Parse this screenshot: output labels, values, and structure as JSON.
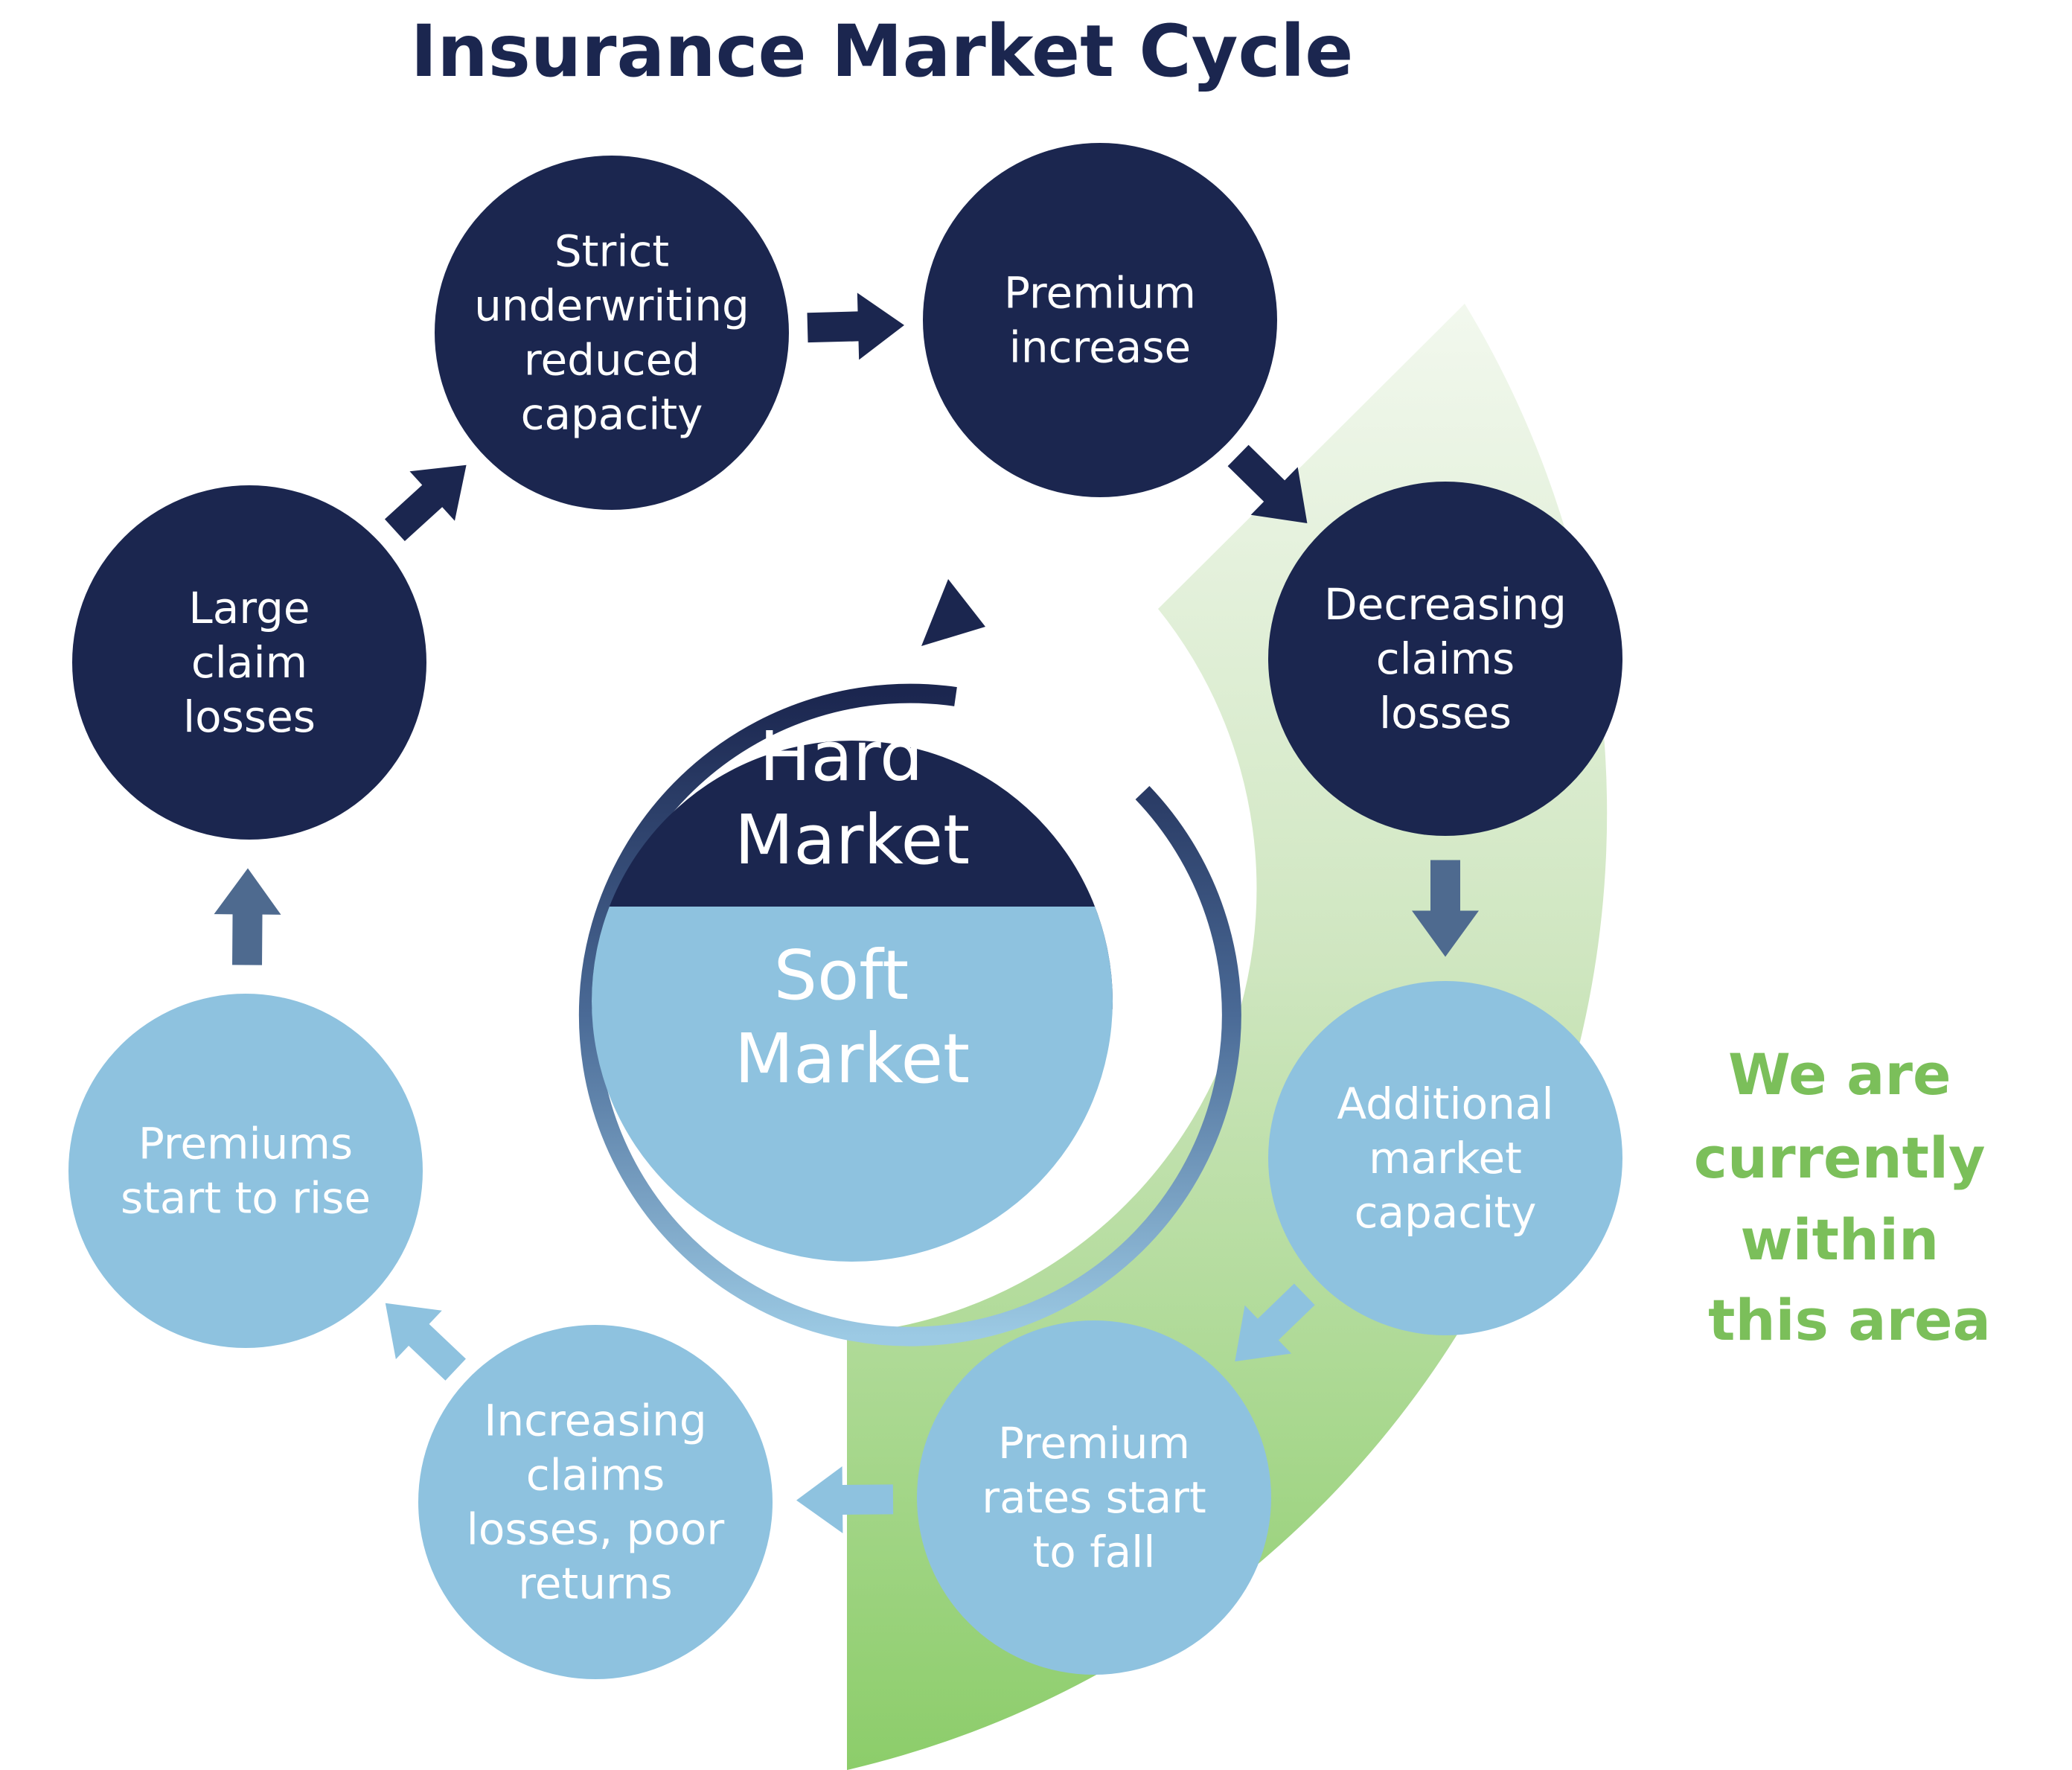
{
  "title": "Insurance Market Cycle",
  "colors": {
    "hard": "#1b264f",
    "soft": "#8ec2df",
    "highlight": "#7bbf5a",
    "arrow_mid": "#4e6a8f",
    "node_text": "#ffffff"
  },
  "core": {
    "hard_label": [
      "Hard",
      "Market"
    ],
    "soft_label": [
      "Soft",
      "Market"
    ]
  },
  "nodes": [
    {
      "id": "strict-underwriting",
      "phase": "hard",
      "lines": [
        "Strict",
        "underwriting",
        "reduced",
        "capacity"
      ]
    },
    {
      "id": "premium-increase",
      "phase": "hard",
      "lines": [
        "Premium",
        "increase"
      ]
    },
    {
      "id": "decreasing-claims-losses",
      "phase": "hard",
      "lines": [
        "Decreasing",
        "claims",
        "losses"
      ]
    },
    {
      "id": "additional-market-capacity",
      "phase": "soft",
      "lines": [
        "Additional",
        "market",
        "capacity"
      ]
    },
    {
      "id": "premium-rates-start-to-fall",
      "phase": "soft",
      "lines": [
        "Premium",
        "rates start",
        "to fall"
      ]
    },
    {
      "id": "increasing-claims-losses",
      "phase": "soft",
      "lines": [
        "Increasing",
        "claims",
        "losses, poor",
        "returns"
      ]
    },
    {
      "id": "premiums-start-to-rise",
      "phase": "soft",
      "lines": [
        "Premiums",
        "start to rise"
      ]
    },
    {
      "id": "large-claim-losses",
      "phase": "hard",
      "lines": [
        "Large",
        "claim",
        "losses"
      ]
    }
  ],
  "arrows": [
    {
      "from": "strict-underwriting",
      "to": "premium-increase",
      "color": "hard",
      "icon": "arrow-right-icon"
    },
    {
      "from": "premium-increase",
      "to": "decreasing-claims-losses",
      "color": "hard",
      "icon": "arrow-down-right-icon"
    },
    {
      "from": "decreasing-claims-losses",
      "to": "additional-market-capacity",
      "color": "arrow_mid",
      "icon": "arrow-down-icon"
    },
    {
      "from": "additional-market-capacity",
      "to": "premium-rates-start-to-fall",
      "color": "soft",
      "icon": "arrow-down-left-icon"
    },
    {
      "from": "premium-rates-start-to-fall",
      "to": "increasing-claims-losses",
      "color": "soft",
      "icon": "arrow-left-icon"
    },
    {
      "from": "increasing-claims-losses",
      "to": "premiums-start-to-rise",
      "color": "soft",
      "icon": "arrow-up-left-icon"
    },
    {
      "from": "premiums-start-to-rise",
      "to": "large-claim-losses",
      "color": "arrow_mid",
      "icon": "arrow-up-icon"
    },
    {
      "from": "large-claim-losses",
      "to": "strict-underwriting",
      "color": "hard",
      "icon": "arrow-up-right-icon"
    }
  ],
  "highlight_note": [
    "We are",
    "currently",
    "within",
    "this area"
  ]
}
